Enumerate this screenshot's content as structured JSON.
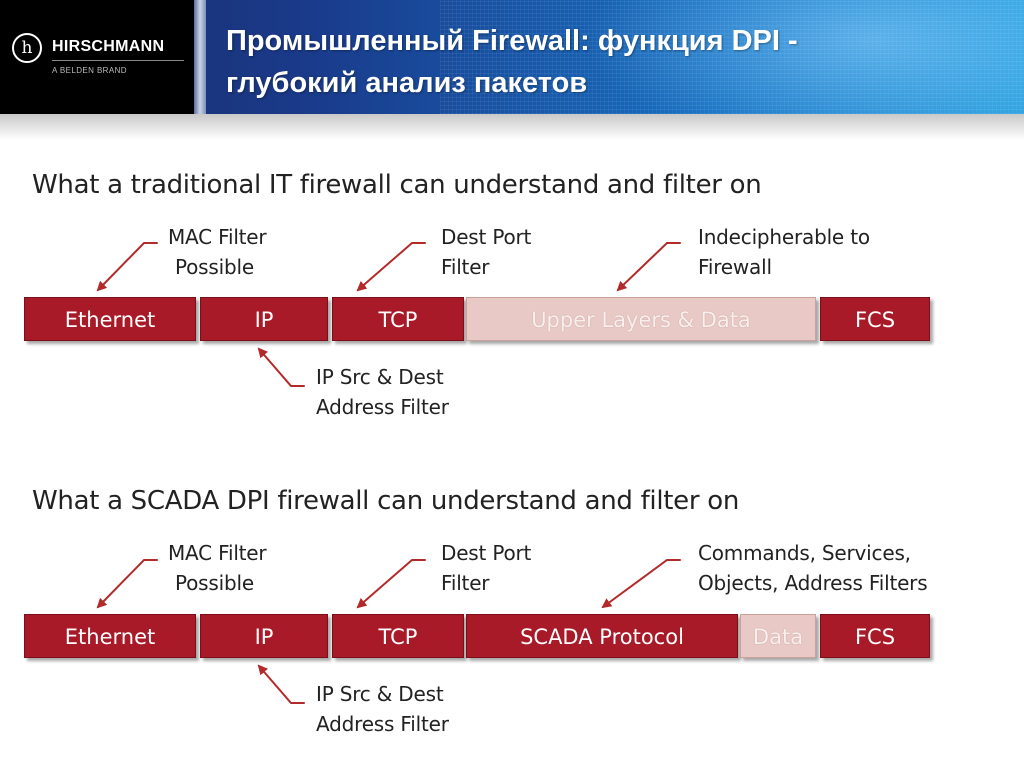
{
  "header": {
    "logo_mark": "h",
    "logo_name": "HIRSCHMANN",
    "logo_sub": "A BELDEN BRAND",
    "title_line1": "Промышленный Firewall: функция DPI -",
    "title_line2": "глубокий анализ пакетов"
  },
  "traditional": {
    "title": "What a traditional IT firewall can understand and filter on",
    "segments": [
      "Ethernet",
      "IP",
      "TCP",
      "Upper Layers & Data",
      "FCS"
    ],
    "mac_label": [
      "MAC Filter",
      "Possible"
    ],
    "port_label": [
      "Dest Port",
      "Filter"
    ],
    "upper_label": [
      "Indecipherable to",
      "Firewall"
    ],
    "ip_label": [
      "IP  Src & Dest",
      "Address Filter"
    ]
  },
  "scada": {
    "title": "What a SCADA DPI firewall can understand and filter on",
    "segments": [
      "Ethernet",
      "IP",
      "TCP",
      "SCADA Protocol",
      "Data",
      "FCS"
    ],
    "mac_label": [
      "MAC Filter",
      "Possible"
    ],
    "port_label": [
      "Dest Port",
      "Filter"
    ],
    "protocol_label": [
      "Commands, Services,",
      "Objects, Address Filters"
    ],
    "ip_label": [
      "IP  Src & Dest",
      "Address Filter"
    ]
  },
  "colors": {
    "segment": "#a81a28",
    "segment_pale": "#e9c9c5",
    "arrow": "#b32a2a"
  }
}
